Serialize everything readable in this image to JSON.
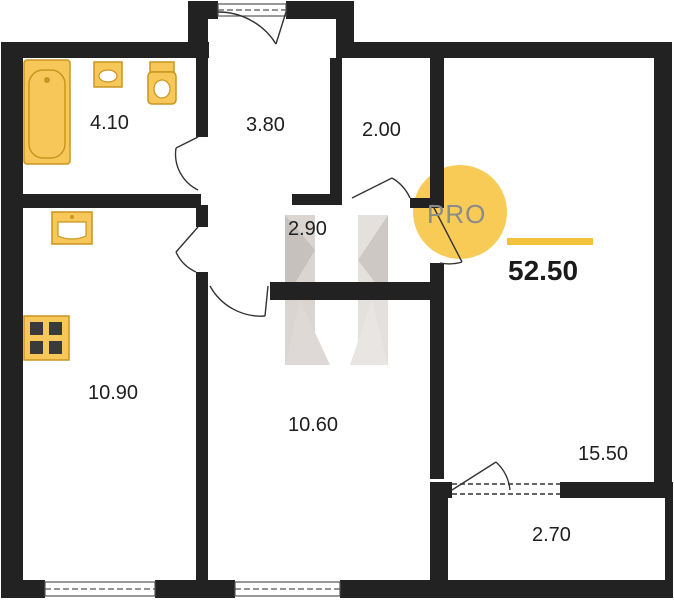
{
  "floor_plan": {
    "total_area": "52.50",
    "badge": "PRO",
    "rooms": {
      "bathroom": "4.10",
      "hallway": "3.80",
      "storage": "2.00",
      "corridor": "2.90",
      "kitchen": "10.90",
      "bedroom": "10.60",
      "living_room": "15.50",
      "balcony": "2.70"
    },
    "colors": {
      "wall": "#222222",
      "fixture_fill": "#f7c75a",
      "fixture_stroke": "#c8961e",
      "accent_line": "#f2c23a",
      "badge_circle": "#f6c544"
    },
    "icons": [
      "bathtub-icon",
      "sink-icon",
      "toilet-icon",
      "kitchen-sink-icon",
      "stove-icon",
      "door-icon",
      "window-icon",
      "watermark-logo"
    ]
  }
}
